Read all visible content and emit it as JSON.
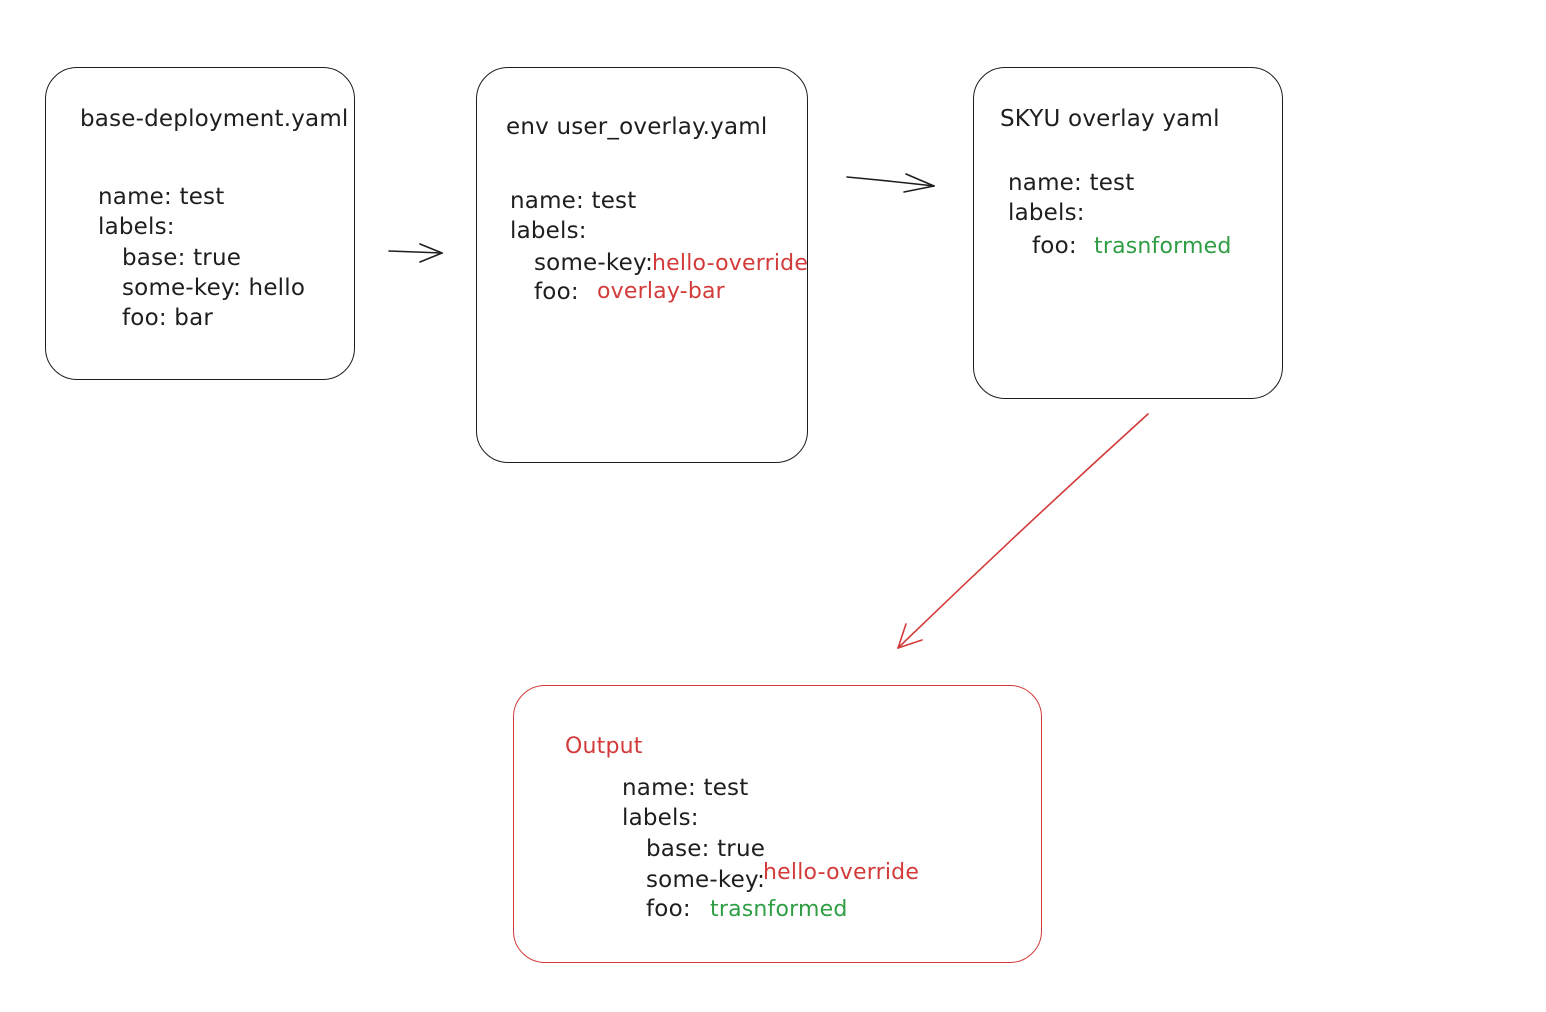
{
  "colors": {
    "stroke": "#1e1e1e",
    "override": "#d33b3b",
    "transformed": "#2f9e44"
  },
  "base_box": {
    "title": "base-deployment.yaml",
    "name_line": "name: test",
    "labels_line": "labels:",
    "base_line": "base: true",
    "some_key_line": "some-key: hello",
    "foo_line": "foo: bar"
  },
  "user_overlay_box": {
    "title": "env user_overlay.yaml",
    "name_line": "name: test",
    "labels_line": "labels:",
    "some_key_label": "some-key:",
    "some_key_value": "hello-override",
    "foo_label": "foo:",
    "foo_value": "overlay-bar"
  },
  "skyu_box": {
    "title": "SKYU overlay yaml",
    "name_line": "name: test",
    "labels_line": "labels:",
    "foo_label": "foo:",
    "foo_value": "trasnformed"
  },
  "output_box": {
    "title": "Output",
    "name_line": "name: test",
    "labels_line": "labels:",
    "base_line": "base: true",
    "some_key_label": "some-key:",
    "some_key_value": "hello-override",
    "foo_label": "foo:",
    "foo_value": "trasnformed"
  }
}
